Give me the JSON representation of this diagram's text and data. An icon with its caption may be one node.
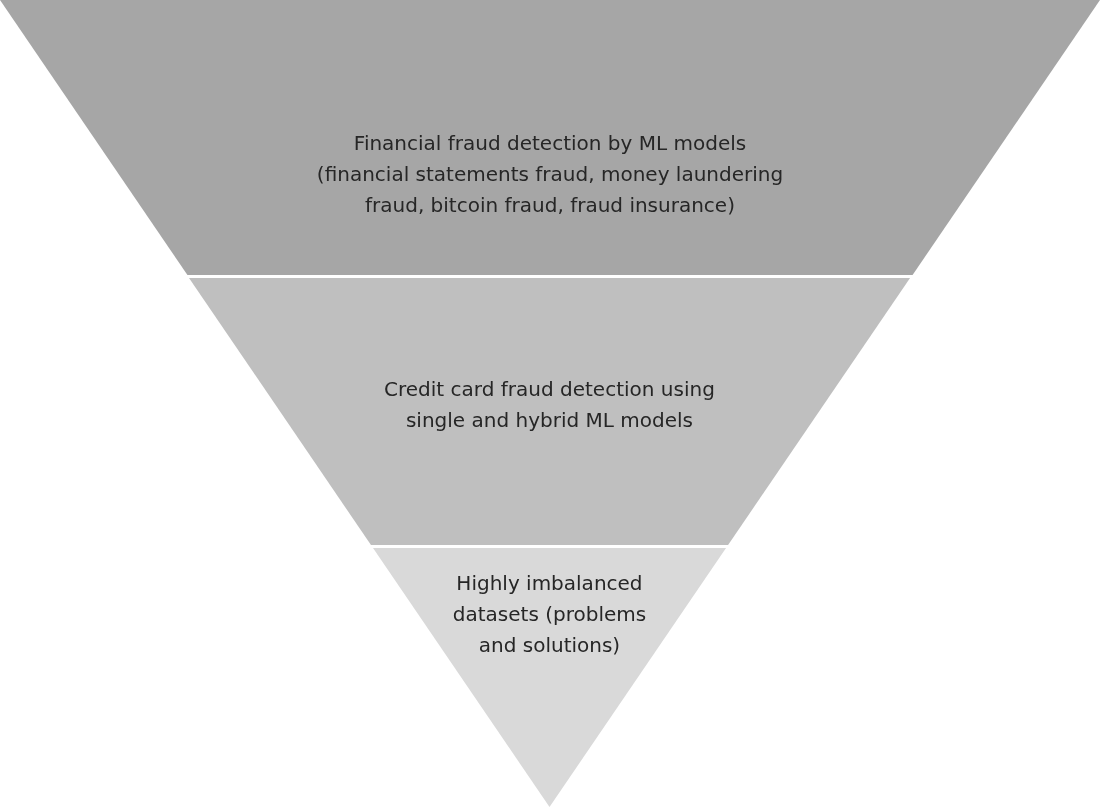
{
  "diagram": {
    "nodes": [
      {
        "text": [
          "Financial fraud detection by ML models (financial statements fraud, money laundering fraud, bitcoin fraud, fraud insurance)"
        ]
      },
      {
        "text": [
          "Credit card fraud detection using single and hybrid ML models"
        ]
      },
      {
        "text": [
          "Highly imbalanced datasets (problems and solutions)"
        ]
      }
    ],
    "edges": []
  }
}
